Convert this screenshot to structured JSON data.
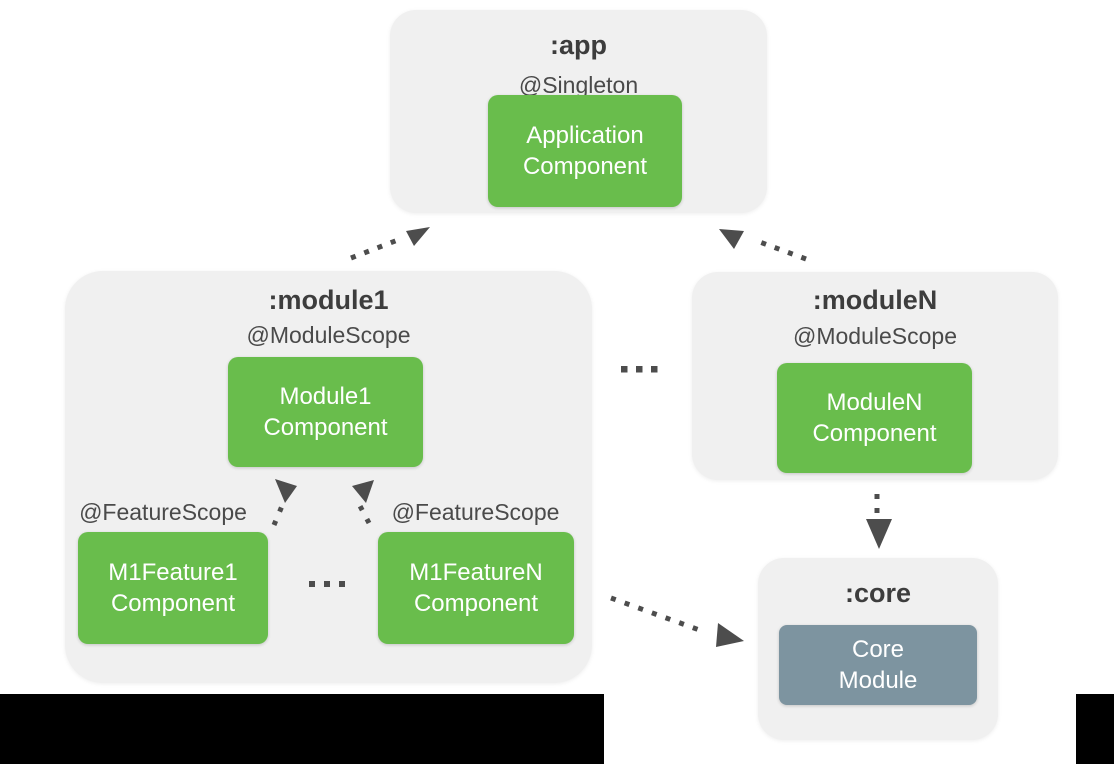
{
  "diagram": {
    "type": "module-dependency-graph",
    "nodes": {
      "app": {
        "label": ":app",
        "scope": "@Singleton",
        "component": {
          "line1": "Application",
          "line2": "Component"
        }
      },
      "module1": {
        "label": ":module1",
        "scope": "@ModuleScope",
        "component": {
          "line1": "Module1",
          "line2": "Component"
        },
        "features": [
          {
            "scope": "@FeatureScope",
            "component": {
              "line1": "M1Feature1",
              "line2": "Component"
            }
          },
          {
            "scope": "@FeatureScope",
            "component": {
              "line1": "M1FeatureN",
              "line2": "Component"
            }
          }
        ]
      },
      "moduleN": {
        "label": ":moduleN",
        "scope": "@ModuleScope",
        "component": {
          "line1": "ModuleN",
          "line2": "Component"
        }
      },
      "core": {
        "label": ":core",
        "component": {
          "line1": "Core",
          "line2": "Module"
        }
      }
    },
    "edges": [
      {
        "from": "Module1 Component",
        "to": "Application Component",
        "style": "dotted-arrow"
      },
      {
        "from": "ModuleN Component",
        "to": "Application Component",
        "style": "dotted-arrow"
      },
      {
        "from": "M1Feature1 Component",
        "to": "Module1 Component",
        "style": "dotted-arrow"
      },
      {
        "from": "M1FeatureN Component",
        "to": "Module1 Component",
        "style": "dotted-arrow"
      },
      {
        "from": "Module1",
        "to": "Core Module",
        "style": "dotted-arrow"
      },
      {
        "from": "ModuleN Component",
        "to": "Core Module",
        "style": "dotted-arrow"
      }
    ],
    "ellipses": [
      {
        "between": [
          ":module1",
          ":moduleN"
        ]
      },
      {
        "between": [
          "M1Feature1 Component",
          "M1FeatureN Component"
        ]
      }
    ],
    "colors": {
      "page_background": "#FFFFFF",
      "group_background": "#F0F0F0",
      "component_green": "#69BD4C",
      "core_slate": "#7D94A0",
      "arrow": "#4D4D4D",
      "group_title_text": "#3D3D3D",
      "scope_text": "#4A4A4A",
      "component_text": "#FFFFFF",
      "letterbox": "#000000"
    }
  }
}
